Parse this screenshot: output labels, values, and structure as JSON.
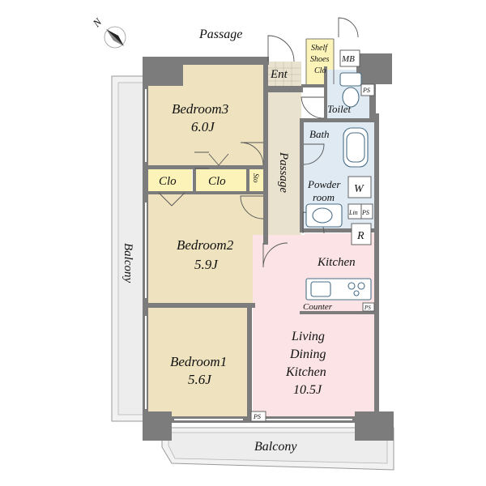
{
  "compass": {
    "north_label": "N"
  },
  "labels": {
    "passage_top": "Passage",
    "entrance": "Ent",
    "shelf_line1": "Shelf",
    "shelf_line2": "Shoes",
    "shelf_line3": "Clo",
    "mb": "MB",
    "ps_top": "PS",
    "toilet": "Toilet",
    "bedroom3_name": "Bedroom3",
    "bedroom3_size": "6.0J",
    "bath": "Bath",
    "passage_inner": "Passage",
    "clo_left": "Clo",
    "clo_right": "Clo",
    "sto": "Sto",
    "powder_line1": "Powder",
    "powder_line2": "room",
    "washer": "W",
    "lin": "Lin",
    "ps_mid": "PS",
    "refrigerator": "R",
    "bedroom2_name": "Bedroom2",
    "bedroom2_size": "5.9J",
    "kitchen": "Kitchen",
    "counter": "Counter",
    "ps_counter": "PS",
    "balcony_left": "Balcony",
    "ldk_line1": "Living",
    "ldk_line2": "Dining",
    "ldk_line3": "Kitchen",
    "ldk_size": "10.5J",
    "bedroom1_name": "Bedroom1",
    "bedroom1_size": "5.6J",
    "ps_bottom": "PS",
    "balcony_bottom": "Balcony"
  }
}
